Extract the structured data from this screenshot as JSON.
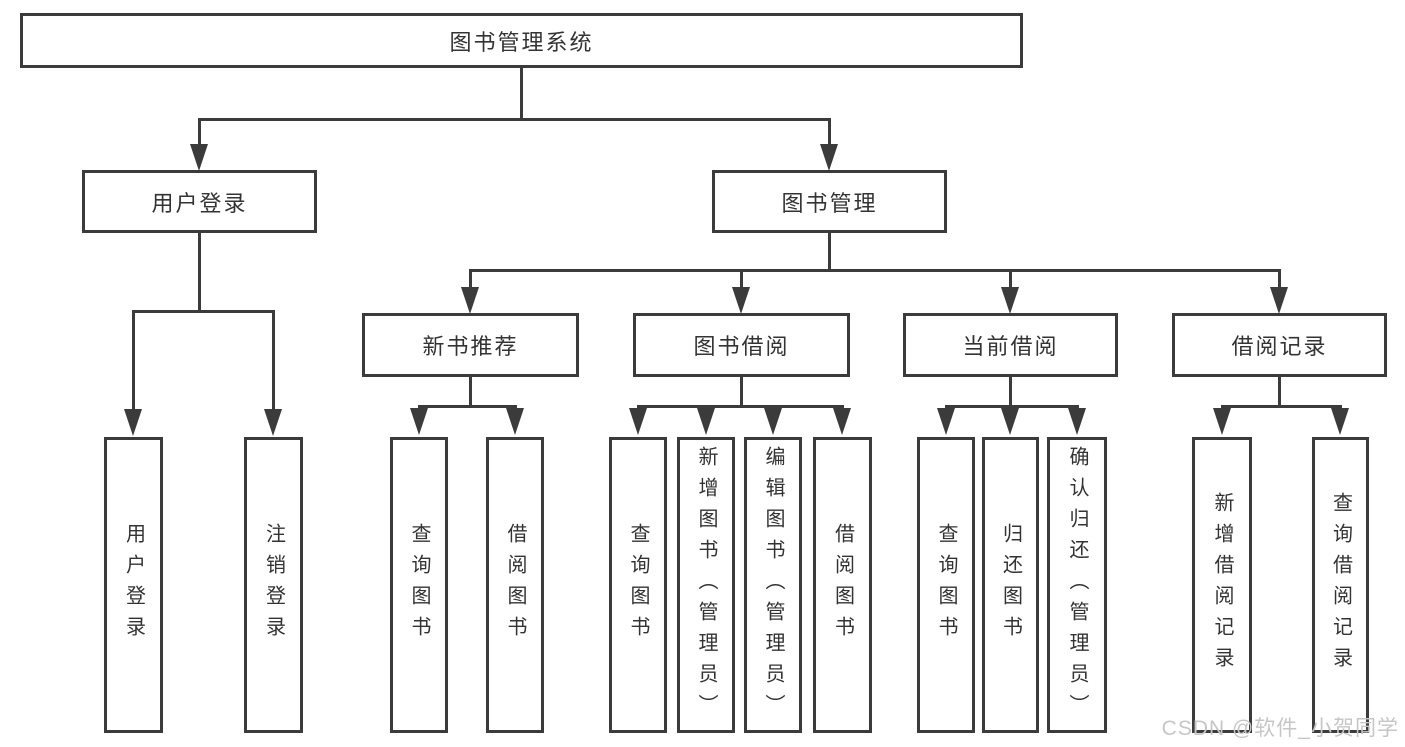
{
  "colors": {
    "line": "#3b3b3b",
    "text": "#333333",
    "box_background": "#ffffff",
    "background": "#ffffff",
    "watermark": "#c6c6c6"
  },
  "watermark": {
    "text": "CSDN @软件_小贺同学"
  },
  "diagram": {
    "type": "hierarchy",
    "root": {
      "label": "图书管理系统"
    },
    "branches": [
      {
        "label": "用户登录",
        "leaves": [
          {
            "label": "用户登录"
          },
          {
            "label": "注销登录"
          }
        ]
      },
      {
        "label": "图书管理",
        "sections": [
          {
            "label": "新书推荐",
            "leaves": [
              {
                "label": "查询图书"
              },
              {
                "label": "借阅图书"
              }
            ]
          },
          {
            "label": "图书借阅",
            "leaves": [
              {
                "label": "查询图书"
              },
              {
                "label": "新增图书（管理员）"
              },
              {
                "label": "编辑图书（管理员）"
              },
              {
                "label": "借阅图书"
              }
            ]
          },
          {
            "label": "当前借阅",
            "leaves": [
              {
                "label": "查询图书"
              },
              {
                "label": "归还图书"
              },
              {
                "label": "确认归还（管理员）"
              }
            ]
          },
          {
            "label": "借阅记录",
            "leaves": [
              {
                "label": "新增借阅记录"
              },
              {
                "label": "查询借阅记录"
              }
            ]
          }
        ]
      }
    ]
  }
}
